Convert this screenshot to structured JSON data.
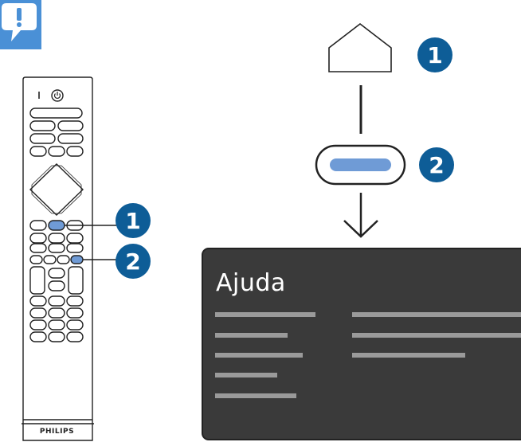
{
  "tv_screen": {
    "title": "Ajuda"
  },
  "remote": {
    "brand": "PHILIPS"
  },
  "callouts": {
    "one": "1",
    "two": "2"
  },
  "colors": {
    "accent_blue": "#0e5d97",
    "highlight_button": "#6f9bd6",
    "screen_background": "#3a3a3a",
    "screen_lines": "#9a9a9a"
  },
  "icons": {
    "info_badge": "help-chat-icon",
    "home": "home-icon",
    "power": "power-icon"
  }
}
